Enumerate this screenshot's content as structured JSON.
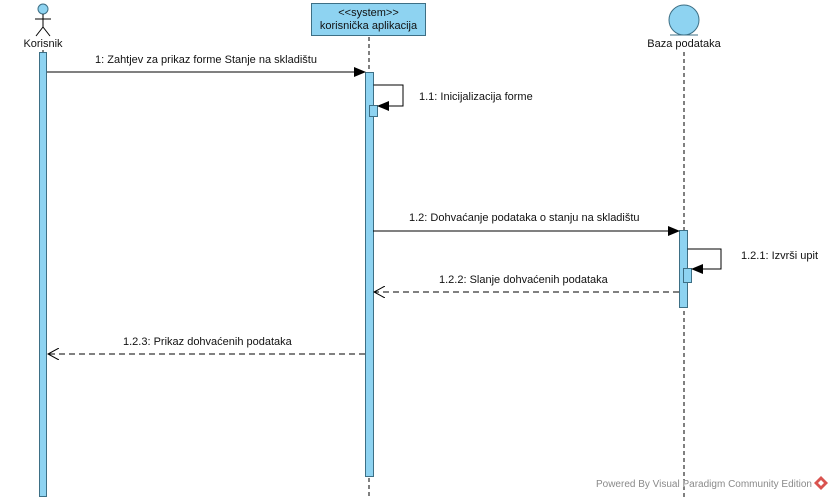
{
  "participants": {
    "actor_name": "Korisnik",
    "system_stereotype": "<<system>>",
    "system_name": "korisnička aplikacija",
    "database_name": "Baza podataka"
  },
  "messages": [
    {
      "label": "1: Zahtjev za prikaz forme Stanje na skladištu",
      "kind": "sync"
    },
    {
      "label": "1.1: Inicijalizacija forme",
      "kind": "self"
    },
    {
      "label": "1.2: Dohvaćanje podataka o stanju na skladištu",
      "kind": "sync"
    },
    {
      "label": "1.2.1: Izvrši upit",
      "kind": "self"
    },
    {
      "label": "1.2.2: Slanje dohvaćenih podataka",
      "kind": "return"
    },
    {
      "label": "1.2.3: Prikaz dohvaćenih podataka",
      "kind": "return"
    }
  ],
  "footer": "Powered By  Visual Paradigm Community Edition",
  "colors": {
    "activation_fill": "#8ed3f1",
    "activation_stroke": "#3d6f85",
    "line": "#000000",
    "footer_logo": "#d9534f"
  }
}
